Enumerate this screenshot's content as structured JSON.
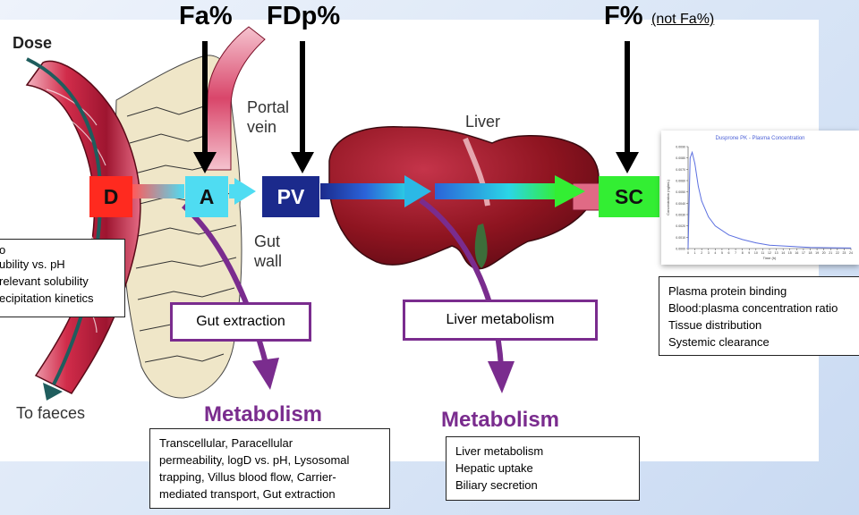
{
  "header": {
    "fa": "Fa%",
    "fdp": "FDp%",
    "f": "F%",
    "f_note": "(not Fa%)"
  },
  "anatomy": {
    "dose": "Dose",
    "portal_vein_1": "Portal",
    "portal_vein_2": "vein",
    "liver": "Liver",
    "gut_wall_1": "Gut",
    "gut_wall_2": "wall",
    "to_faeces": "To faeces"
  },
  "nodes": {
    "d": "D",
    "a": "A",
    "pv": "PV",
    "sc": "SC"
  },
  "colors": {
    "d": "#ff2a1f",
    "a": "#4fdcf2",
    "pv": "#1b2a8c",
    "sc": "#33ee33",
    "purple": "#7a2c8e",
    "flow_start": "#1b2a8c",
    "flow_end": "#2bd6e6"
  },
  "labels": {
    "gut_extraction": "Gut extraction",
    "liver_metabolism": "Liver metabolism",
    "metabolism_left": "Metabolism",
    "metabolism_right": "Metabolism"
  },
  "boxes": {
    "solubility": [
      "o",
      "ubility vs. pH",
      "relevant solubility",
      "ecipitation kinetics"
    ],
    "gut": [
      "Transcellular, Paracellular",
      "permeability, logD vs. pH, Lysosomal",
      "trapping, Villus blood flow, Carrier-",
      "mediated transport, Gut extraction"
    ],
    "liver": [
      "Liver metabolism",
      "Hepatic uptake",
      "Biliary secretion"
    ],
    "plasma": [
      "Plasma protein binding",
      "Blood:plasma concentration ratio",
      "Tissue distribution",
      "Systemic clearance"
    ]
  },
  "chart_data": {
    "type": "line",
    "title": "Dusprone PK - Plasma Concentration",
    "xlabel": "Time (h)",
    "ylabel": "Concentration (ng/mL)",
    "series": [
      {
        "x": [
          0,
          0.3,
          0.6,
          1,
          1.5,
          2,
          3,
          4,
          6,
          8,
          10,
          12,
          15,
          18,
          21,
          24
        ],
        "values": [
          0,
          0.008,
          0.0085,
          0.0075,
          0.0055,
          0.0042,
          0.0028,
          0.002,
          0.0012,
          0.0008,
          0.0005,
          0.0003,
          0.0002,
          0.0001,
          7e-05,
          5e-05
        ]
      }
    ],
    "xlim": [
      0,
      24
    ],
    "ylim": [
      0,
      0.009
    ],
    "color": "#5b6fe0"
  }
}
